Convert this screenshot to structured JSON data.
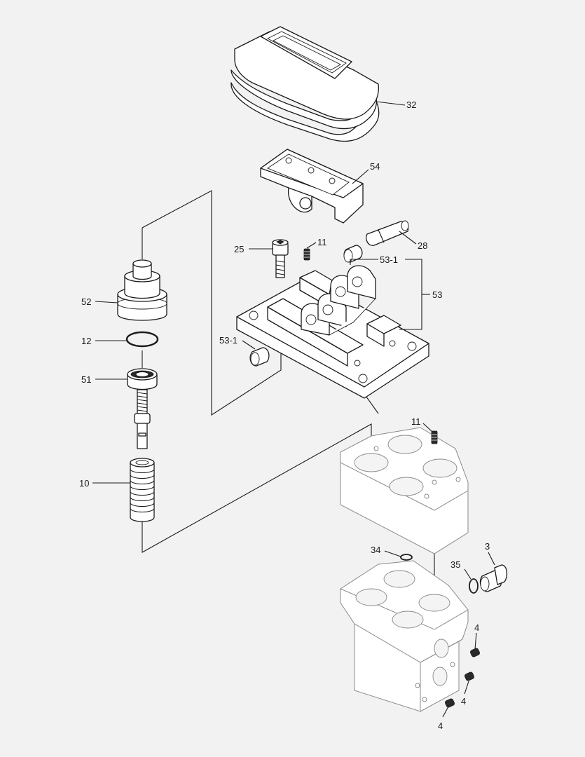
{
  "callouts": {
    "c32": "32",
    "c54": "54",
    "c28": "28",
    "c25": "25",
    "c11a": "11",
    "c53_1a": "53-1",
    "c53": "53",
    "c53_1b": "53-1",
    "c52": "52",
    "c12": "12",
    "c51": "51",
    "c10": "10",
    "c11b": "11",
    "c34": "34",
    "c3": "3",
    "c35": "35",
    "c4a": "4",
    "c4b": "4",
    "c4c": "4"
  }
}
